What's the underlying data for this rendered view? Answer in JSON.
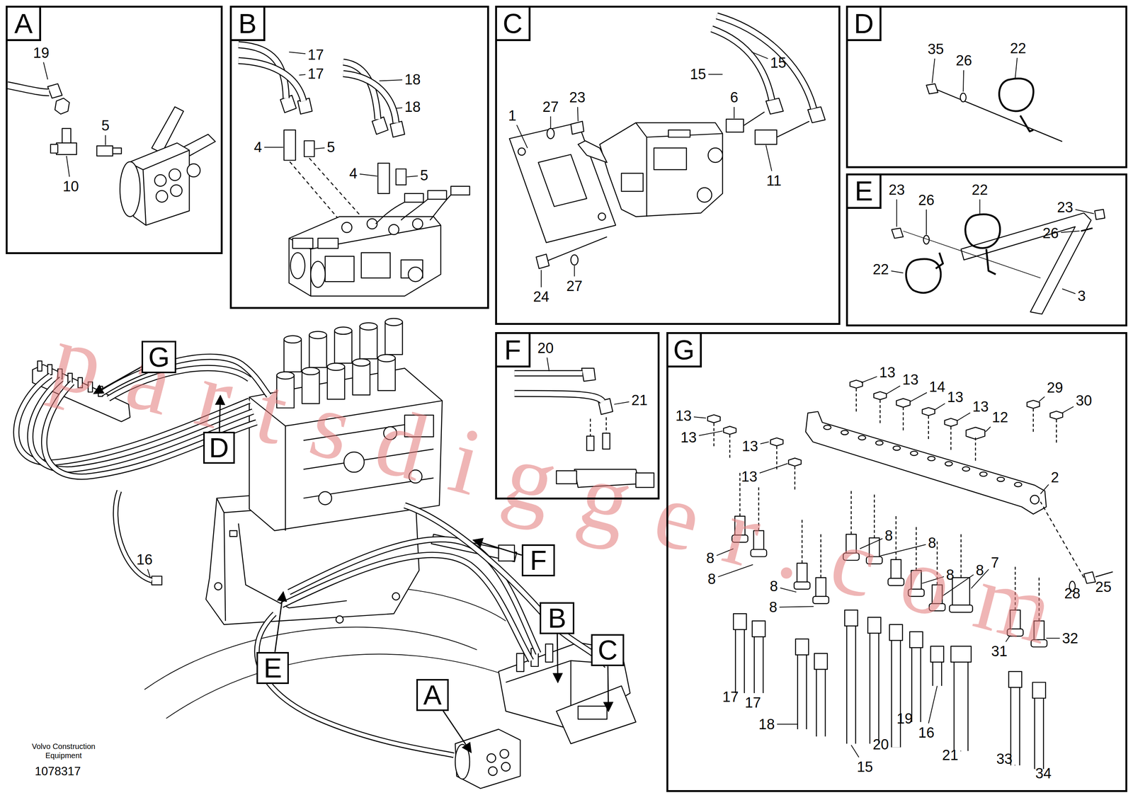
{
  "diagram": {
    "nodes": [
      {
        "text": [
          "A"
        ]
      },
      {
        "text": [
          "B"
        ]
      },
      {
        "text": [
          "C"
        ]
      },
      {
        "text": [
          "D"
        ]
      },
      {
        "text": [
          "E"
        ]
      },
      {
        "text": [
          "F"
        ]
      },
      {
        "text": [
          "G"
        ]
      },
      {
        "text": [
          "G"
        ]
      },
      {
        "text": [
          "D"
        ]
      },
      {
        "text": [
          "F"
        ]
      },
      {
        "text": [
          "E"
        ]
      },
      {
        "text": [
          "B"
        ]
      },
      {
        "text": [
          "C"
        ]
      },
      {
        "text": [
          "A"
        ]
      }
    ],
    "labels": [
      "19",
      "5",
      "10",
      "17",
      "17",
      "18",
      "18",
      "4",
      "5",
      "4",
      "5",
      "15",
      "15",
      "1",
      "27",
      "23",
      "6",
      "11",
      "24",
      "27",
      "35",
      "26",
      "22",
      "23",
      "26",
      "22",
      "23",
      "26",
      "22",
      "3",
      "20",
      "21",
      "13",
      "13",
      "14",
      "13",
      "13",
      "12",
      "29",
      "30",
      "13",
      "13",
      "13",
      "13",
      "2",
      "8",
      "8",
      "8",
      "8",
      "8",
      "8",
      "8",
      "8",
      "7",
      "25",
      "28",
      "31",
      "32",
      "17",
      "17",
      "18",
      "19",
      "20",
      "16",
      "15",
      "21",
      "33",
      "34",
      "16",
      "Volvo Construction Equipment",
      "1078317",
      "partsdigger.com"
    ]
  }
}
